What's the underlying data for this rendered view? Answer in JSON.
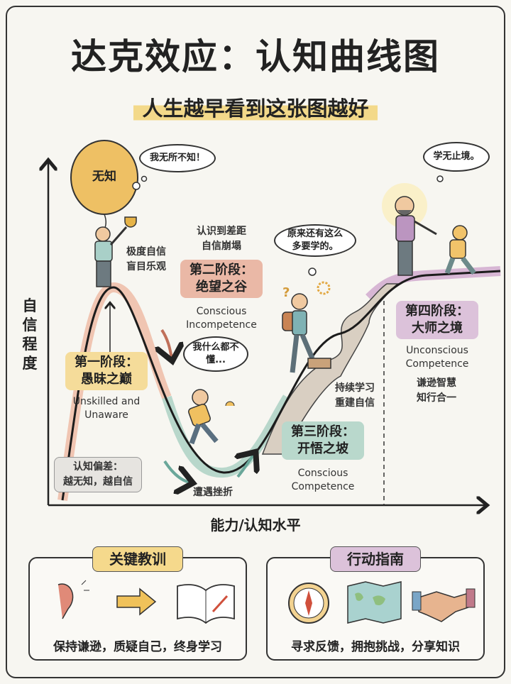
{
  "title": "达克效应：认知曲线图",
  "subtitle": "人生越早看到这张图越好",
  "axes": {
    "y_label": "自信程度",
    "x_label": "能力/认知水平"
  },
  "balloon": "无知",
  "bubbles": {
    "peak": "我无所不知！",
    "valley": "我什么都不懂...",
    "slope": "原来还有这么多要学的。",
    "master": "学无止境。"
  },
  "notes": {
    "peak": "极度自信\n盲目乐观",
    "gap": "认识到差距\n自信崩塌",
    "setback": "遭遇挫折",
    "relearn": "持续学习\n重建自信",
    "bias": "认知偏差：\n越无知，越自信",
    "wisdom": "谦逊智慧\n知行合一"
  },
  "stages": [
    {
      "label": "第一阶段：\n愚昧之巅",
      "english": "Unskilled and\nUnaware",
      "color": "#f5dc9a"
    },
    {
      "label": "第二阶段：\n绝望之谷",
      "english": "Conscious\nIncompetence",
      "color": "#eab8a6"
    },
    {
      "label": "第三阶段：\n开悟之坡",
      "english": "Conscious\nCompetence",
      "color": "#b9d8cc"
    },
    {
      "label": "第四阶段：\n大师之境",
      "english": "Unconscious\nCompetence",
      "color": "#dcc2da"
    }
  ],
  "bottom": {
    "lessons": {
      "title": "关键教训",
      "caption": "保持谦逊，质疑自己，终身学习",
      "icons": [
        "popped-balloon-icon",
        "arrow-right-icon",
        "open-book-icon"
      ]
    },
    "actions": {
      "title": "行动指南",
      "caption": "寻求反馈，拥抱挑战，分享知识",
      "icons": [
        "compass-icon",
        "map-icon",
        "handshake-icon"
      ]
    }
  }
}
